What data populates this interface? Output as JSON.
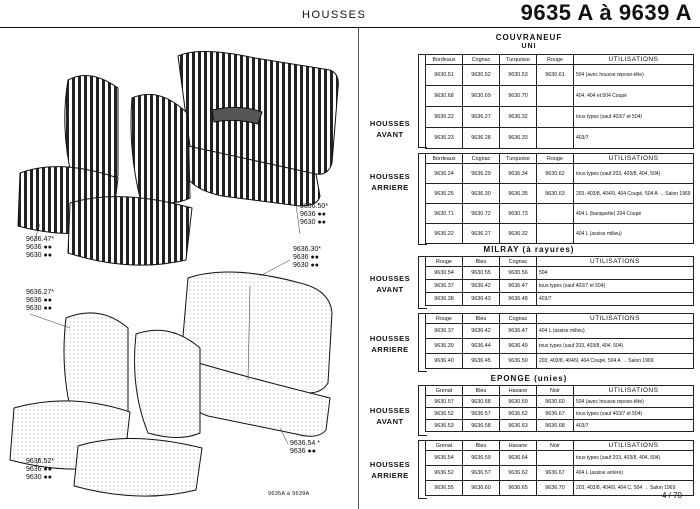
{
  "header": {
    "title": "HOUSSES",
    "range": "9635 A à 9639 A"
  },
  "illustration": {
    "refs_top_right": [
      "9636.50*",
      "9636 ●●",
      "9630 ●●"
    ],
    "refs_left_1": [
      "9636.47*",
      "9636 ●●",
      "9630 ●●"
    ],
    "refs_mid_right": [
      "9636.30*",
      "9636 ●●",
      "9630 ●●"
    ],
    "refs_left_2": [
      "9636.27*",
      "9636 ●●",
      "9630 ●●"
    ],
    "refs_bottom_right": [
      "9636.54 *",
      "9636 ●●"
    ],
    "refs_left_3": [
      "9636.52*",
      "9636 ●●",
      "9630 ●●"
    ]
  },
  "footer": {
    "code": "9635A à 9639A",
    "page": "4 / 70"
  },
  "sections": {
    "couvraneuf": {
      "title": "COUVRANEUF",
      "subtitle": "UNI",
      "avant": {
        "label": [
          "HOUSSES",
          "AVANT"
        ],
        "headers": [
          "Bordeaux",
          "Cognac",
          "Turquoise",
          "Rouge",
          "UTILISATIONS"
        ],
        "rows": [
          [
            "9630.51",
            "9630.52",
            "9630.53",
            "9630.61",
            "504 (avec housse repose-tête)"
          ],
          [
            "9630.68",
            "9630.69",
            "9630.70",
            "",
            "404. 404 et 504 Coupé"
          ],
          [
            "9636.22",
            "9636.27",
            "9636.32",
            "",
            "tous types (sauf 403/7 et 504)"
          ],
          [
            "9636.23",
            "9636.28",
            "9636.33",
            "",
            "403/7"
          ]
        ]
      },
      "arriere": {
        "label": [
          "HOUSSES",
          "ARRIERE"
        ],
        "headers": [
          "Bordeaux",
          "Cognac",
          "Turquoise",
          "Rouge",
          "UTILISATIONS"
        ],
        "rows": [
          [
            "9636.24",
            "9636.29",
            "9636.34",
            "9630.62",
            "tous types (sauf 203, 403/8, 404, 504)"
          ],
          [
            "9636.25",
            "9636.30",
            "9636.35",
            "9630.63",
            "203, 403/8, 404/9, 404 Coupé, 504 A → Salon 1969"
          ],
          [
            "9630.71",
            "9630.72",
            "9630.73",
            "",
            "404 L (banquette) 204 Coupé"
          ],
          [
            "9636.22",
            "9636.27",
            "9636.32",
            "",
            "404 L (assise milieu)"
          ]
        ]
      }
    },
    "milray": {
      "title": "MILRAY (à rayures)",
      "avant": {
        "label": [
          "HOUSSES",
          "AVANT"
        ],
        "headers": [
          "Rouge",
          "Bleu",
          "Cognac",
          "UTILISATIONS"
        ],
        "rows": [
          [
            "9630.54",
            "9630.55",
            "9630.56",
            "504"
          ],
          [
            "9636.37",
            "9636.42",
            "9636.47",
            "tous types (sauf 403/7 et 504)"
          ],
          [
            "9636.38",
            "9636.43",
            "9636.48",
            "403/7"
          ]
        ]
      },
      "arriere": {
        "label": [
          "HOUSSES",
          "ARRIERE"
        ],
        "headers": [
          "Rouge",
          "Bleu",
          "Cognac",
          "UTILISATIONS"
        ],
        "rows": [
          [
            "9636.37",
            "9636.42",
            "9636.47",
            "404 L (assise milieu)"
          ],
          [
            "9636.39",
            "9636.44",
            "9636.49",
            "tous types (sauf 203, 403/8, 404, 504)"
          ],
          [
            "9636.40",
            "9636.45",
            "9636.50",
            "203, 403/8, 404/9, 404 Coupé, 504 A → Salon 1969"
          ]
        ]
      }
    },
    "eponge": {
      "title": "EPONGE (unies)",
      "avant": {
        "label": [
          "HOUSSES",
          "AVANT"
        ],
        "headers": [
          "Grenat",
          "Bleu",
          "Havane",
          "Noir",
          "UTILISATIONS"
        ],
        "rows": [
          [
            "9630.57",
            "9630.58",
            "9630.59",
            "9630.60",
            "504 (avec housse repose-tête)"
          ],
          [
            "9636.52",
            "9636.57",
            "9636.62",
            "9636.67",
            "tous types (sauf 403/7 et 504)"
          ],
          [
            "9636.53",
            "9636.58",
            "9636.63",
            "9636.68",
            "403/7"
          ]
        ]
      },
      "arriere": {
        "label": [
          "HOUSSES",
          "ARRIERE"
        ],
        "headers": [
          "Grenat",
          "Bleu",
          "Havane",
          "Noir",
          "UTILISATIONS"
        ],
        "rows": [
          [
            "9636.54",
            "9636.59",
            "9636.64",
            "",
            "tous types (sauf 203, 403/8, 404, 504)"
          ],
          [
            "9636.52",
            "9636.57",
            "9636.62",
            "9636.67",
            "404 L (assise arrière)"
          ],
          [
            "9636.55",
            "9636.60",
            "9636.65",
            "9636.70",
            "203, 403/8, 404/9, 404 C, 504 → Salon 1969"
          ]
        ]
      }
    }
  }
}
